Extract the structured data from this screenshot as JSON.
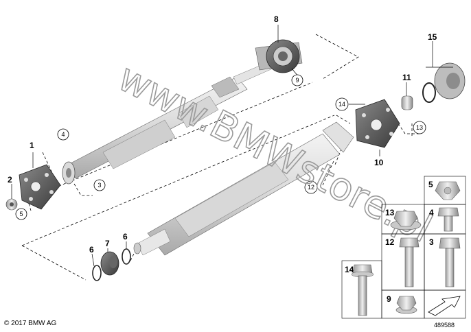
{
  "watermark": "www.BMWstore.pl",
  "copyright": "© 2017 BMW AG",
  "doc_number": "489588",
  "callouts": {
    "c1": "1",
    "c2": "2",
    "c3": "3",
    "c4": "4",
    "c5": "5",
    "c6a": "6",
    "c6b": "6",
    "c7": "7",
    "c8": "8",
    "c9": "9",
    "c10": "10",
    "c11": "11",
    "c12": "12",
    "c13": "13",
    "c14": "14",
    "c15": "15"
  },
  "legend": {
    "l5": "5",
    "l13": "13",
    "l4": "4",
    "l12": "12",
    "l3": "3",
    "l14": "14",
    "l9": "9"
  }
}
